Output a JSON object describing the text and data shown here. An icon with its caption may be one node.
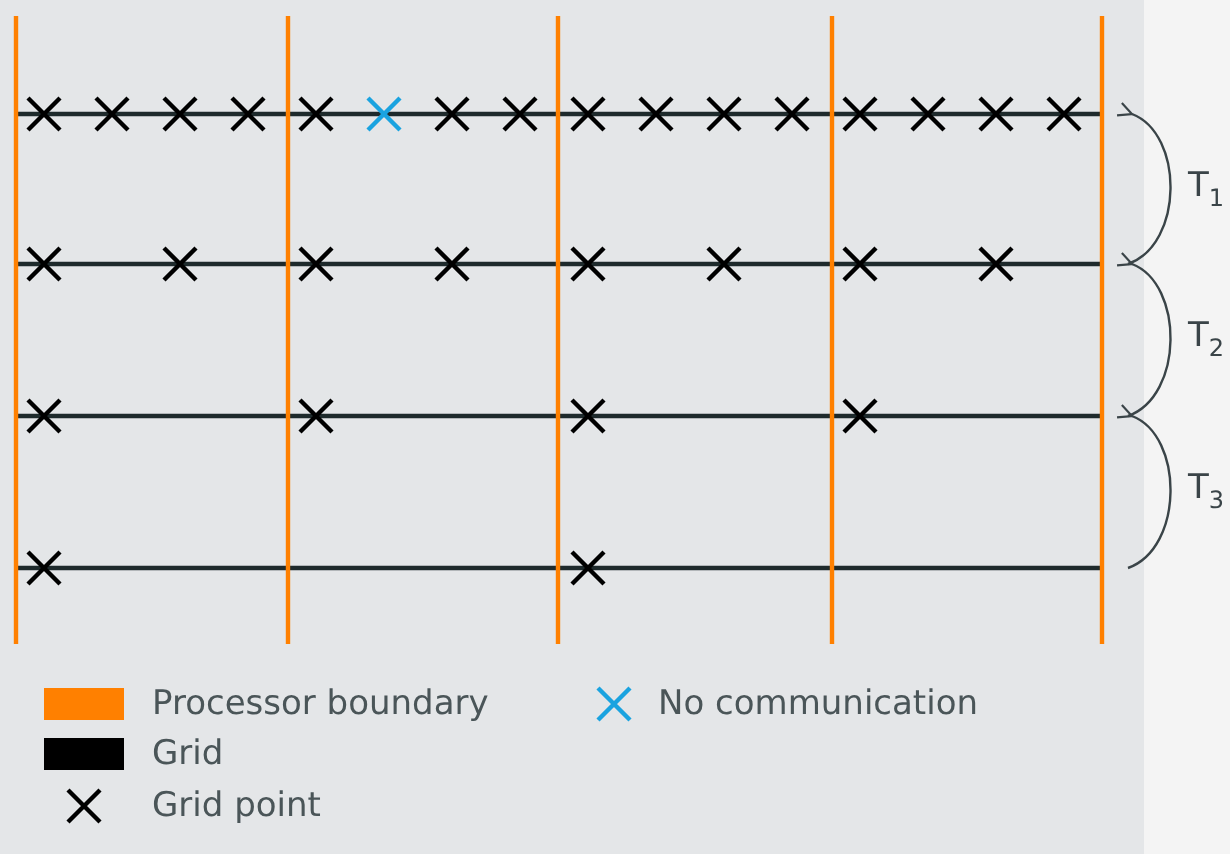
{
  "diagram": {
    "labels": [
      "T$_{1}$",
      "T$_{2}$",
      "T$_{3}$"
    ],
    "legend": [
      {
        "text": "Processor boundary",
        "color": "#ff8000"
      },
      {
        "text": "No communication"
      },
      {
        "text": "Grid",
        "color": "#000000"
      },
      {
        "text": "Grid point"
      }
    ]
  }
}
